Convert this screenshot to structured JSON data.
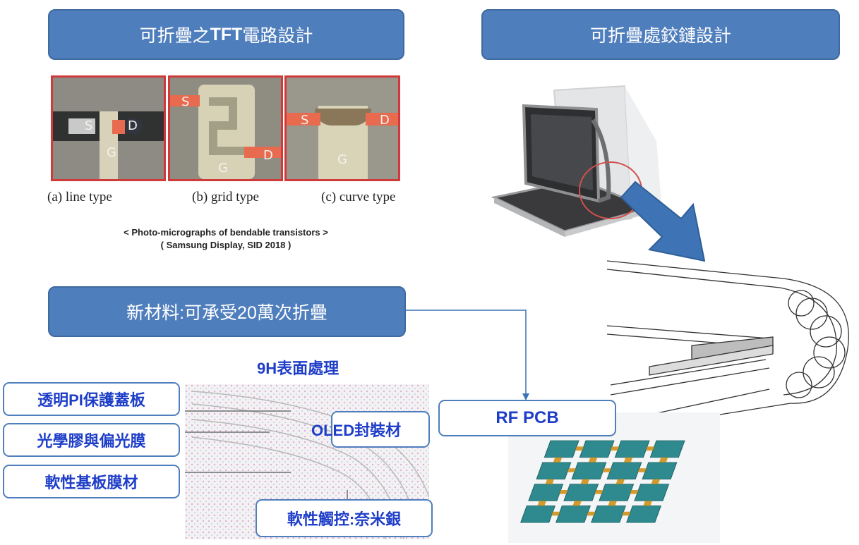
{
  "headers": {
    "tft": {
      "prefix": "可折疊之",
      "bold": "TFT",
      "suffix": "電路設計"
    },
    "hinge": "可折疊處鉸鏈設計",
    "material": "新材料:可承受20萬次折疊"
  },
  "micrographs": {
    "panels": [
      {
        "s": "S",
        "d": "D",
        "g": "G",
        "caption": "(a) line type"
      },
      {
        "s": "S",
        "d": "D",
        "g": "G",
        "caption": "(b) grid type"
      },
      {
        "s": "S",
        "d": "D",
        "g": "G",
        "caption": "(c) curve type"
      }
    ],
    "note_line1": "< Photo-micrographs of bendable transistors >",
    "note_line2": "( Samsung Display, SID 2018 )"
  },
  "layers": {
    "hardcoat": "9H表面處理",
    "cover": "透明PI保護蓋板",
    "polarizer": "光學膠與偏光膜",
    "substrate": "軟性基板膜材",
    "encap": "OLED封裝材",
    "touch": "軟性觸控:奈米銀"
  },
  "rfpcb": "RF PCB",
  "colors": {
    "header_blue": "#4f7ebd",
    "label_blue": "#1f3ec8",
    "arrow_blue": "#3e74b6",
    "frame_red": "#d03a3a"
  }
}
